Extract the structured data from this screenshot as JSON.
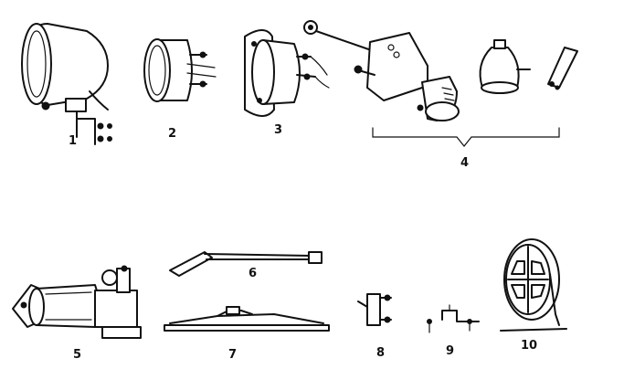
{
  "parts": [
    {
      "id": "part-1",
      "label": "1"
    },
    {
      "id": "part-2",
      "label": "2"
    },
    {
      "id": "part-3",
      "label": "3"
    },
    {
      "id": "part-4",
      "label": "4"
    },
    {
      "id": "part-5",
      "label": "5"
    },
    {
      "id": "part-6",
      "label": "6"
    },
    {
      "id": "part-7",
      "label": "7"
    },
    {
      "id": "part-8",
      "label": "8"
    },
    {
      "id": "part-9",
      "label": "9"
    },
    {
      "id": "part-10",
      "label": "10"
    }
  ],
  "colors": {
    "ink": "#111111",
    "paper": "#ffffff"
  }
}
